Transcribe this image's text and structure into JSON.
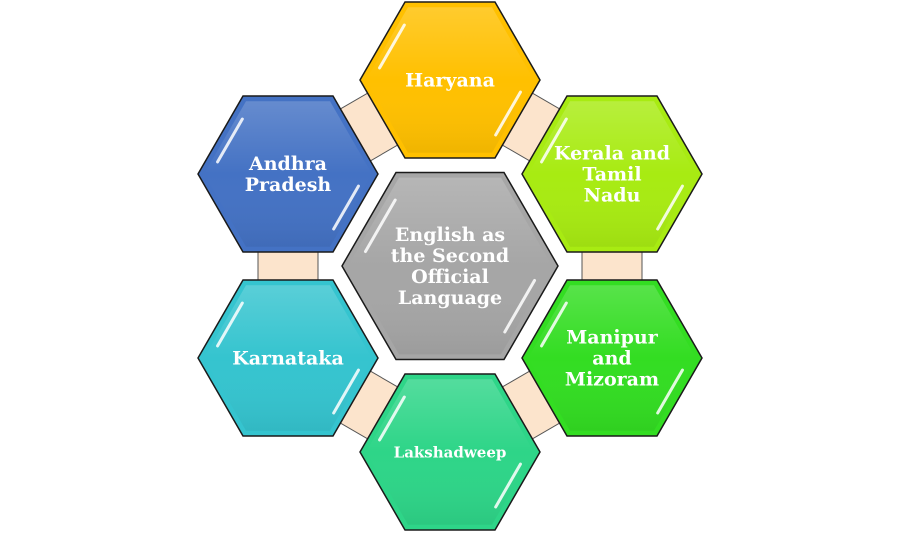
{
  "center": {
    "lines": [
      "English as",
      "the Second",
      "Official",
      "Language"
    ],
    "color": "#A6A6A6"
  },
  "nodes": [
    {
      "id": "haryana",
      "lines": [
        "Haryana"
      ],
      "color": "#FFC000"
    },
    {
      "id": "kerala-and-tamil-nadu",
      "lines": [
        "Kerala and",
        "Tamil",
        "Nadu"
      ],
      "color": "#A8EB12"
    },
    {
      "id": "manipur-and-mizoram",
      "lines": [
        "Manipur",
        "and",
        "Mizoram"
      ],
      "color": "#33DD22"
    },
    {
      "id": "lakshadweep",
      "lines": [
        "Lakshadweep"
      ],
      "color": "#2ED588"
    },
    {
      "id": "karnataka",
      "lines": [
        "Karnataka"
      ],
      "color": "#35C4CF"
    },
    {
      "id": "andhra-pradesh",
      "lines": [
        "Andhra",
        "Pradesh"
      ],
      "color": "#4472C4"
    }
  ],
  "connector_color": "#FCE4CC"
}
